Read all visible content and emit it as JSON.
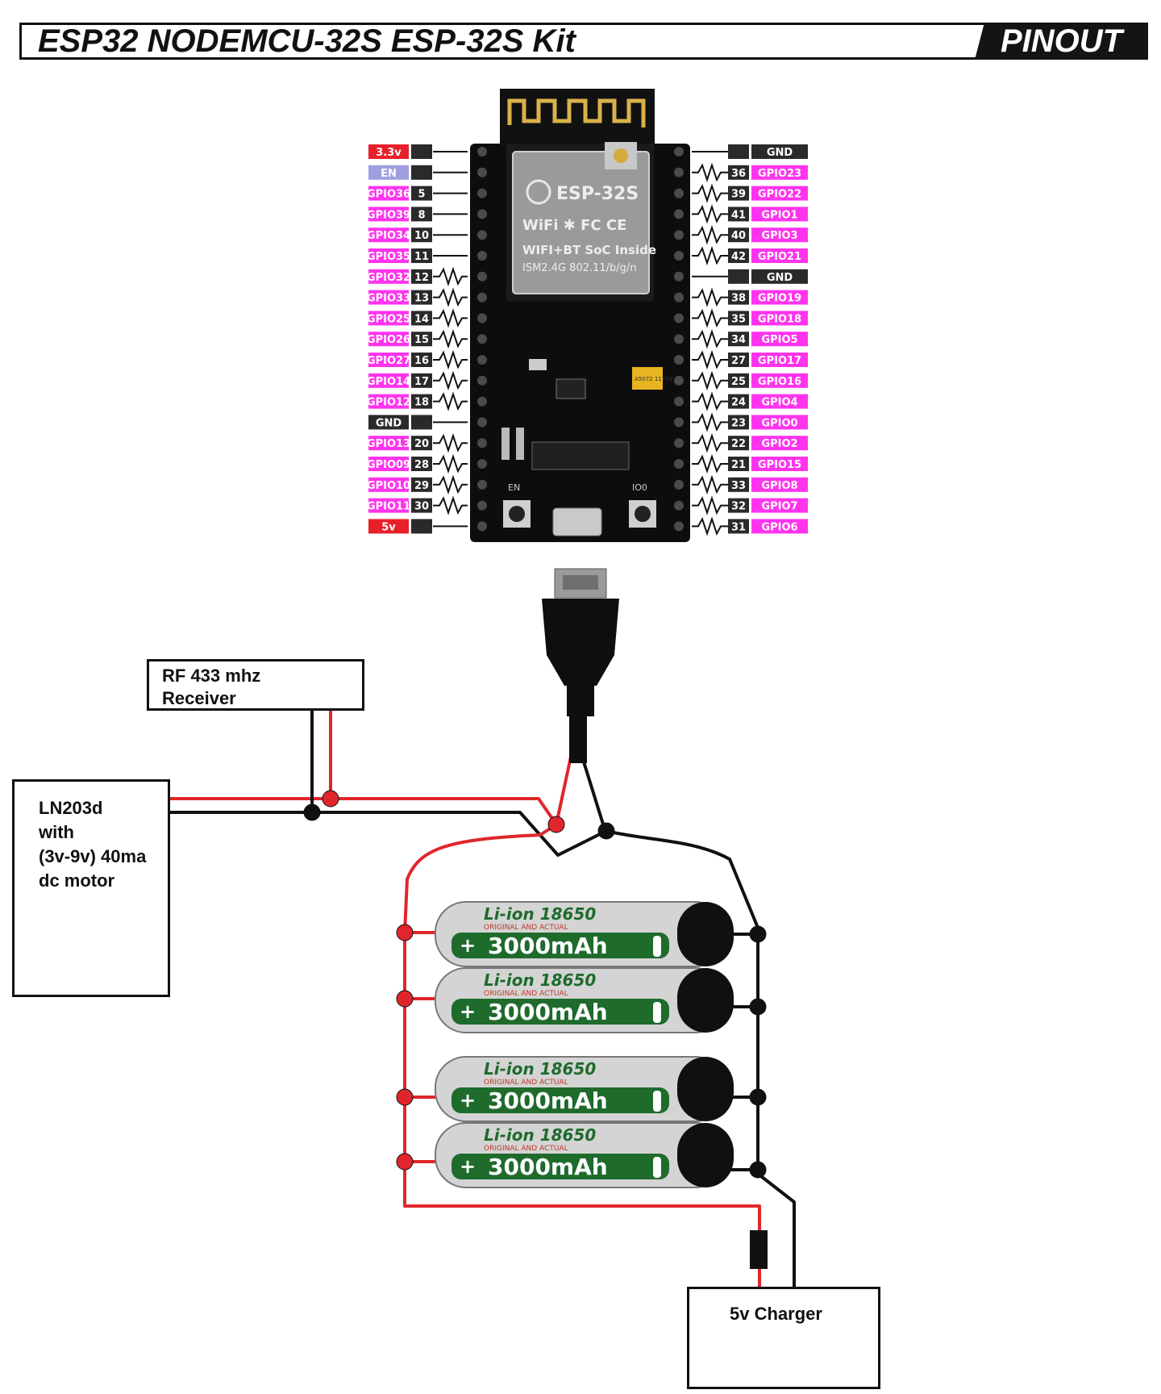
{
  "title": "ESP32 NODEMCU-32S ESP-32S Kit",
  "badge": "PINOUT",
  "board": {
    "module_brand": "ESP-32S",
    "module_line1": "WiFi ✱ FC CE",
    "module_line2": "WIFI+BT SoC Inside",
    "module_line3": "ISM2.4G    802.11/b/g/n",
    "cap_label": "A5072 117X2",
    "en_button": "EN",
    "io_button": "IO0"
  },
  "left_pins": [
    {
      "name": "3.3v",
      "num": "",
      "kind": "power"
    },
    {
      "name": "EN",
      "num": "",
      "kind": "en"
    },
    {
      "name": "GPIO36",
      "num": "5",
      "kind": "gpio"
    },
    {
      "name": "GPIO39",
      "num": "8",
      "kind": "gpio"
    },
    {
      "name": "GPIO34",
      "num": "10",
      "kind": "gpio"
    },
    {
      "name": "GPIO35",
      "num": "11",
      "kind": "gpio"
    },
    {
      "name": "GPIO32",
      "num": "12",
      "kind": "gpio"
    },
    {
      "name": "GPIO33",
      "num": "13",
      "kind": "gpio"
    },
    {
      "name": "GPIO25",
      "num": "14",
      "kind": "gpio"
    },
    {
      "name": "GPIO26",
      "num": "15",
      "kind": "gpio"
    },
    {
      "name": "GPIO27",
      "num": "16",
      "kind": "gpio"
    },
    {
      "name": "GPIO14",
      "num": "17",
      "kind": "gpio"
    },
    {
      "name": "GPIO12",
      "num": "18",
      "kind": "gpio"
    },
    {
      "name": "GND",
      "num": "",
      "kind": "gnd"
    },
    {
      "name": "GPIO13",
      "num": "20",
      "kind": "gpio"
    },
    {
      "name": "GPIO09",
      "num": "28",
      "kind": "gpio"
    },
    {
      "name": "GPIO10",
      "num": "29",
      "kind": "gpio"
    },
    {
      "name": "GPIO11",
      "num": "30",
      "kind": "gpio"
    },
    {
      "name": "5v",
      "num": "",
      "kind": "power"
    }
  ],
  "right_pins": [
    {
      "name": "GND",
      "num": "",
      "kind": "gnd"
    },
    {
      "name": "GPIO23",
      "num": "36",
      "kind": "gpio"
    },
    {
      "name": "GPIO22",
      "num": "39",
      "kind": "gpio"
    },
    {
      "name": "GPIO1",
      "num": "41",
      "kind": "gpio"
    },
    {
      "name": "GPIO3",
      "num": "40",
      "kind": "gpio"
    },
    {
      "name": "GPIO21",
      "num": "42",
      "kind": "gpio"
    },
    {
      "name": "GND",
      "num": "",
      "kind": "gnd"
    },
    {
      "name": "GPIO19",
      "num": "38",
      "kind": "gpio"
    },
    {
      "name": "GPIO18",
      "num": "35",
      "kind": "gpio"
    },
    {
      "name": "GPIO5",
      "num": "34",
      "kind": "gpio"
    },
    {
      "name": "GPIO17",
      "num": "27",
      "kind": "gpio"
    },
    {
      "name": "GPIO16",
      "num": "25",
      "kind": "gpio"
    },
    {
      "name": "GPIO4",
      "num": "24",
      "kind": "gpio"
    },
    {
      "name": "GPIO0",
      "num": "23",
      "kind": "gpio"
    },
    {
      "name": "GPIO2",
      "num": "22",
      "kind": "gpio"
    },
    {
      "name": "GPIO15",
      "num": "21",
      "kind": "gpio"
    },
    {
      "name": "GPIO8",
      "num": "33",
      "kind": "gpio"
    },
    {
      "name": "GPIO7",
      "num": "32",
      "kind": "gpio"
    },
    {
      "name": "GPIO6",
      "num": "31",
      "kind": "gpio"
    }
  ],
  "rf_receiver": {
    "line1": "RF 433 mhz",
    "line2": "Receiver"
  },
  "motor_driver": {
    "line1": "LN203d",
    "line2": "with",
    "line3": "(3v-9v) 40ma",
    "line4": "dc motor"
  },
  "charger": {
    "label": "5v Charger"
  },
  "battery": {
    "brand": "Li-ion 18650",
    "tagline": "ORIGINAL AND ACTUAL",
    "capacity": "3000mAh",
    "plus": "+"
  },
  "colors": {
    "gpio": "#ff33ee",
    "power": "#e8202a",
    "en": "#9f9fdf",
    "gnd": "#2a2a2a",
    "num_bg": "#2a2a2a",
    "wire_red": "#e0262c",
    "wire_black": "#111111",
    "board": "#0d0d0d",
    "battery_green": "#1e6b2c"
  }
}
